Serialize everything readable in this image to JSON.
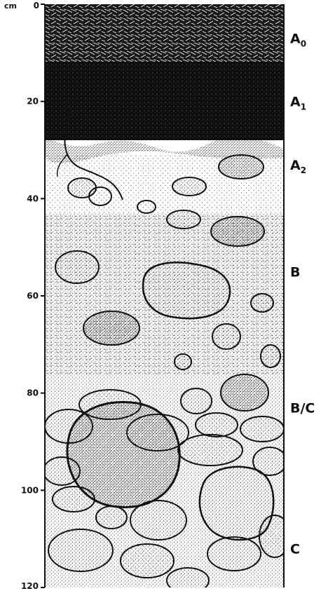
{
  "axis": {
    "unit": "cm",
    "ticks": [
      "0",
      "20",
      "40",
      "60",
      "80",
      "100",
      "120"
    ],
    "min": 0,
    "max": 120
  },
  "horizons": [
    {
      "main": "A",
      "sub": "0",
      "depth_cm": 7
    },
    {
      "main": "A",
      "sub": "1",
      "depth_cm": 20
    },
    {
      "main": "A",
      "sub": "2",
      "depth_cm": 33
    },
    {
      "main": "B",
      "sub": "",
      "depth_cm": 55
    },
    {
      "main": "B/C",
      "sub": "",
      "depth_cm": 83
    },
    {
      "main": "C",
      "sub": "",
      "depth_cm": 112
    }
  ]
}
